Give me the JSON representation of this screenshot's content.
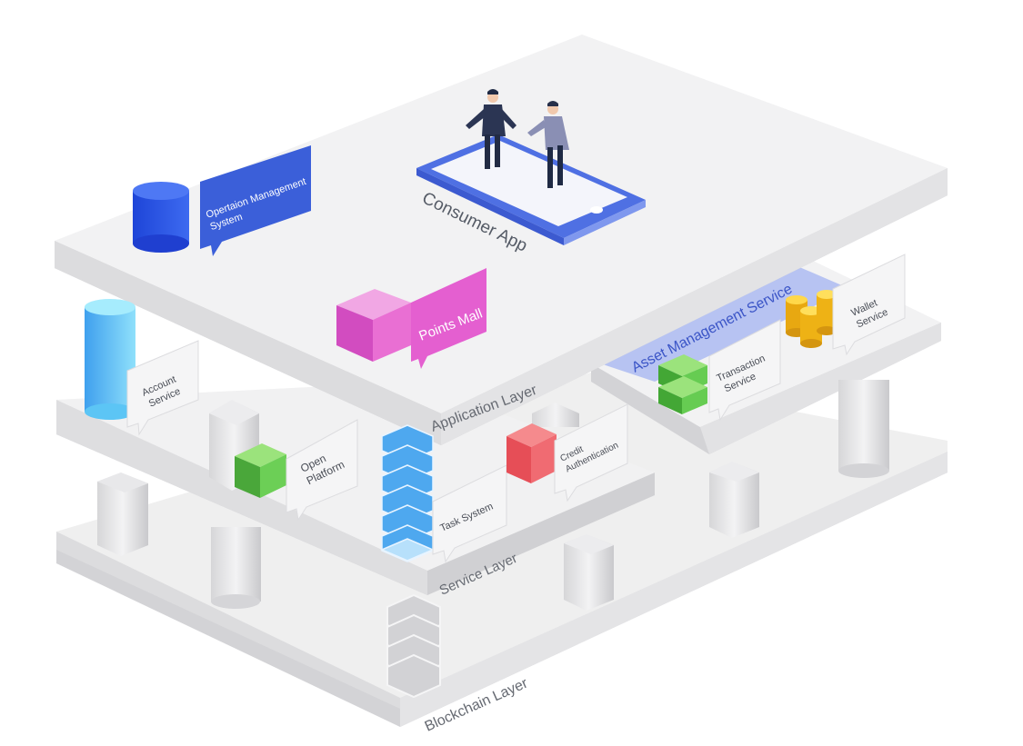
{
  "layers": {
    "application": "Application Layer",
    "service": "Service Layer",
    "blockchain": "Blockchain Layer"
  },
  "components": {
    "operation_management": [
      "Opertaion Management",
      "System"
    ],
    "consumer_app": "Consumer App",
    "points_mall": "Points Mall",
    "asset_management": "Asset Management Service",
    "wallet_service": [
      "Wallet",
      "Service"
    ],
    "transaction_service": [
      "Transaction",
      "Service"
    ],
    "account_service": [
      "Account",
      "Service"
    ],
    "open_platform": [
      "Open",
      "Platform"
    ],
    "credit_authentication": [
      "Credit",
      "Authentication"
    ],
    "task_system": "Task System"
  },
  "colors": {
    "platform_top": "#f2f2f3",
    "platform_side": "#d9d9db",
    "accent_blue": "#3b5fd9",
    "light_blue": "#4aa7ef",
    "magenta": "#d84fb8",
    "green": "#49b83a",
    "red": "#e8585e",
    "gold": "#f2c21b",
    "lavender": "#b7c3f2"
  }
}
